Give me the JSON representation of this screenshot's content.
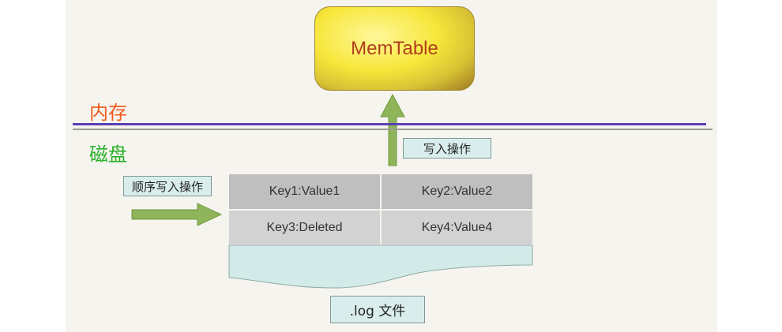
{
  "memtable": {
    "label": "MemTable"
  },
  "regions": {
    "memory": "内存",
    "disk": "磁盘"
  },
  "tags": {
    "write_op": "写入操作",
    "sequential_write": "顺序写入操作",
    "log_file": ".log 文件"
  },
  "log_entries": [
    {
      "text": "Key1:Value1"
    },
    {
      "text": "Key2:Value2"
    },
    {
      "text": "Key3:Deleted"
    },
    {
      "text": "Key4:Value4"
    }
  ],
  "colors": {
    "memory_label": "#f05a1e",
    "disk_label": "#27b027",
    "boundary": "#5c3fb6",
    "arrow": "#8fb45a",
    "memtable_text": "#b0401c"
  }
}
